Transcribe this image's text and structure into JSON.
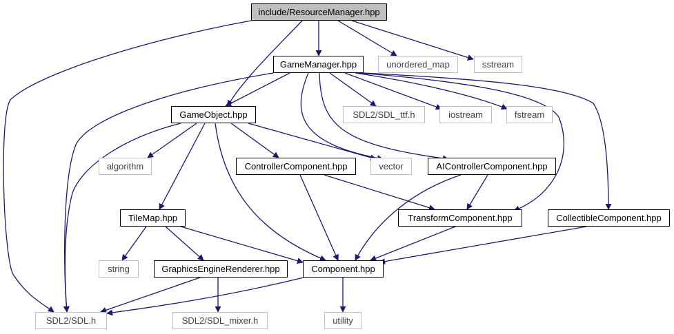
{
  "colors": {
    "edge": "#191970",
    "project_border": "#000000",
    "external_border": "#bfbfbf",
    "root_fill": "#bfbfbf"
  },
  "nodes": {
    "resource_manager": {
      "label": "include/ResourceManager.hpp",
      "kind": "root"
    },
    "game_manager": {
      "label": "GameManager.hpp",
      "kind": "project"
    },
    "unordered_map": {
      "label": "unordered_map",
      "kind": "external"
    },
    "sstream": {
      "label": "sstream",
      "kind": "external"
    },
    "game_object": {
      "label": "GameObject.hpp",
      "kind": "project"
    },
    "sdl_ttf": {
      "label": "SDL2/SDL_ttf.h",
      "kind": "external"
    },
    "iostream": {
      "label": "iostream",
      "kind": "external"
    },
    "fstream": {
      "label": "fstream",
      "kind": "external"
    },
    "algorithm": {
      "label": "algorithm",
      "kind": "external"
    },
    "controller_component": {
      "label": "ControllerComponent.hpp",
      "kind": "project"
    },
    "vector": {
      "label": "vector",
      "kind": "external"
    },
    "ai_controller_component": {
      "label": "AIControllerComponent.hpp",
      "kind": "project"
    },
    "tile_map": {
      "label": "TileMap.hpp",
      "kind": "project"
    },
    "transform_component": {
      "label": "TransformComponent.hpp",
      "kind": "project"
    },
    "collectible_component": {
      "label": "CollectibleComponent.hpp",
      "kind": "project"
    },
    "string": {
      "label": "string",
      "kind": "external"
    },
    "graphics_engine_renderer": {
      "label": "GraphicsEngineRenderer.hpp",
      "kind": "project"
    },
    "component": {
      "label": "Component.hpp",
      "kind": "project"
    },
    "sdl": {
      "label": "SDL2/SDL.h",
      "kind": "external"
    },
    "sdl_mixer": {
      "label": "SDL2/SDL_mixer.h",
      "kind": "external"
    },
    "utility": {
      "label": "utility",
      "kind": "external"
    }
  },
  "edges": [
    {
      "from": "resource_manager",
      "to": "game_manager"
    },
    {
      "from": "resource_manager",
      "to": "unordered_map"
    },
    {
      "from": "resource_manager",
      "to": "sstream"
    },
    {
      "from": "resource_manager",
      "to": "game_object"
    },
    {
      "from": "resource_manager",
      "to": "sdl"
    },
    {
      "from": "game_manager",
      "to": "game_object"
    },
    {
      "from": "game_manager",
      "to": "sdl_ttf"
    },
    {
      "from": "game_manager",
      "to": "iostream"
    },
    {
      "from": "game_manager",
      "to": "fstream"
    },
    {
      "from": "game_manager",
      "to": "vector"
    },
    {
      "from": "game_manager",
      "to": "ai_controller_component"
    },
    {
      "from": "game_manager",
      "to": "transform_component"
    },
    {
      "from": "game_manager",
      "to": "collectible_component"
    },
    {
      "from": "game_manager",
      "to": "sdl"
    },
    {
      "from": "game_object",
      "to": "algorithm"
    },
    {
      "from": "game_object",
      "to": "controller_component"
    },
    {
      "from": "game_object",
      "to": "vector"
    },
    {
      "from": "game_object",
      "to": "tile_map"
    },
    {
      "from": "game_object",
      "to": "component"
    },
    {
      "from": "game_object",
      "to": "sdl"
    },
    {
      "from": "controller_component",
      "to": "transform_component"
    },
    {
      "from": "controller_component",
      "to": "component"
    },
    {
      "from": "ai_controller_component",
      "to": "transform_component"
    },
    {
      "from": "ai_controller_component",
      "to": "component"
    },
    {
      "from": "transform_component",
      "to": "component"
    },
    {
      "from": "collectible_component",
      "to": "component"
    },
    {
      "from": "tile_map",
      "to": "string"
    },
    {
      "from": "tile_map",
      "to": "graphics_engine_renderer"
    },
    {
      "from": "tile_map",
      "to": "component"
    },
    {
      "from": "graphics_engine_renderer",
      "to": "sdl"
    },
    {
      "from": "graphics_engine_renderer",
      "to": "sdl_mixer"
    },
    {
      "from": "component",
      "to": "sdl"
    },
    {
      "from": "component",
      "to": "utility"
    }
  ]
}
